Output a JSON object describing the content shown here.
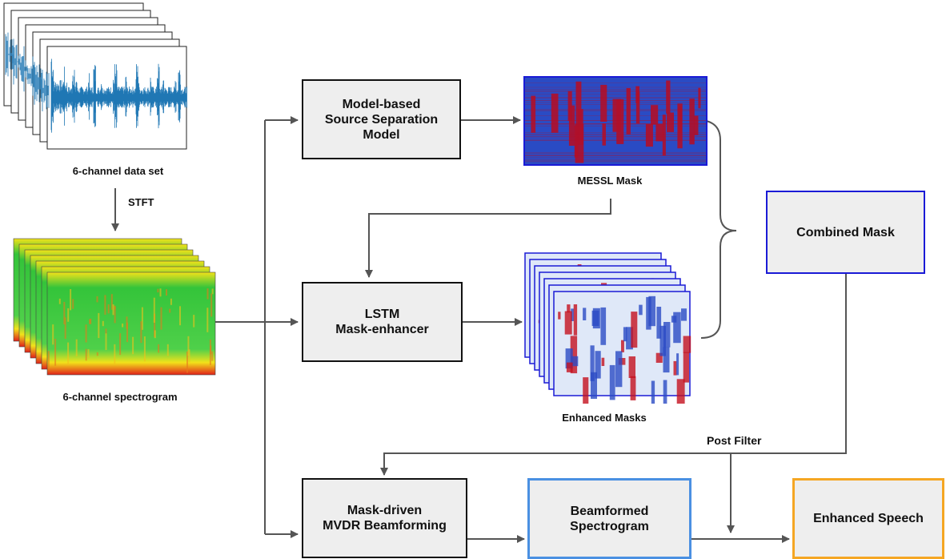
{
  "colors": {
    "box_fill": "#eeeeee",
    "box_border_dark": "#111111",
    "box_border_blue": "#1a1ad6",
    "box_border_lightblue": "#4a90e2",
    "box_border_orange": "#f5a623",
    "arrow": "#555555",
    "mask_blue": "#2a4bc4",
    "mask_red": "#b0102a",
    "spectrogram_green": "#22c422",
    "spectrogram_yellow": "#f2e21a",
    "spectrogram_red": "#e0201a",
    "waveform": "#1f77b4"
  },
  "nodes": {
    "model_based": {
      "lines": [
        "Model-based",
        "Source Separation",
        "Model"
      ]
    },
    "lstm": {
      "lines": [
        "LSTM",
        "Mask-enhancer"
      ]
    },
    "mvdr": {
      "lines": [
        "Mask-driven",
        "MVDR Beamforming"
      ]
    },
    "combined": {
      "lines": [
        "Combined Mask"
      ]
    },
    "beamformed": {
      "lines": [
        "Beamformed",
        "Spectrogram"
      ]
    },
    "enhanced_speech": {
      "lines": [
        "Enhanced Speech"
      ]
    }
  },
  "captions": {
    "data_set": "6-channel data set",
    "stft": "STFT",
    "spectrogram": "6-channel spectrogram",
    "messl": "MESSL Mask",
    "enhanced_masks": "Enhanced Masks",
    "post_filter": "Post Filter"
  },
  "icons": {
    "waveform_stack": "waveform-stack-icon",
    "spectrogram_stack": "spectrogram-stack-icon",
    "messl_mask_image": "mask-heatmap-icon",
    "enhanced_masks_stack": "mask-heatmap-stack-icon"
  }
}
